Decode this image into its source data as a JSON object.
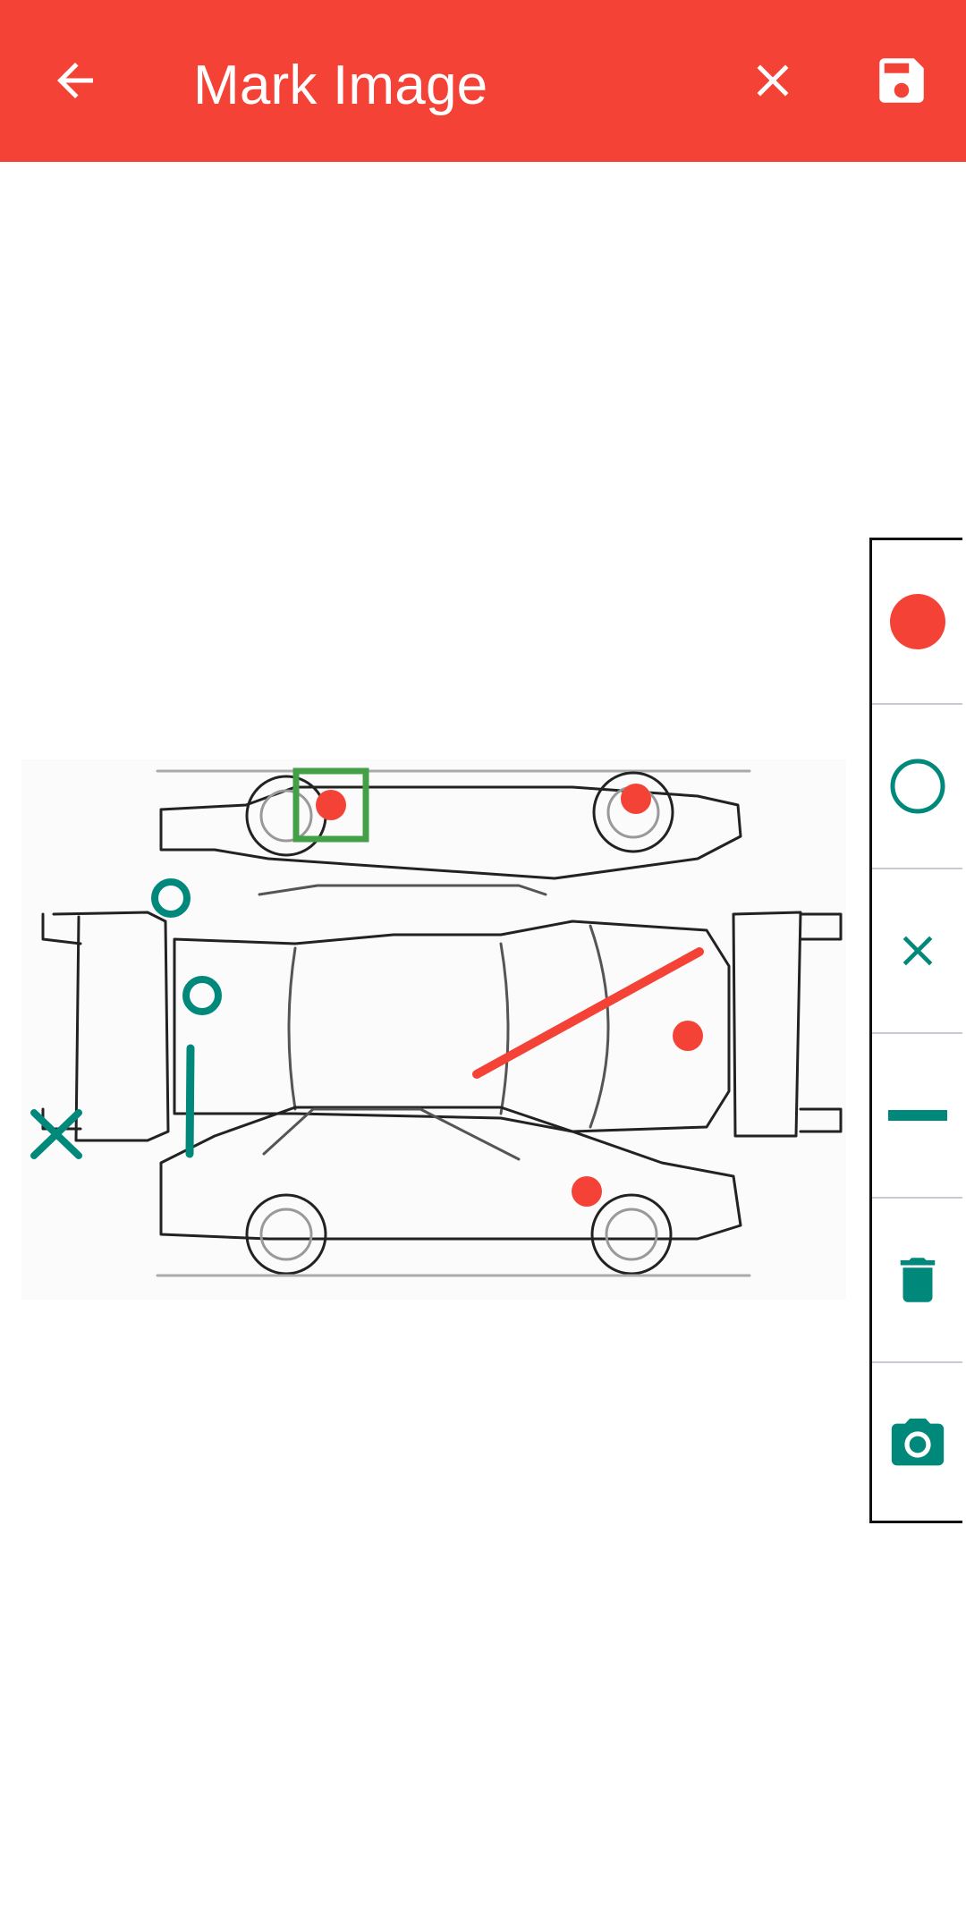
{
  "appbar": {
    "title": "Mark Image",
    "color": "#F44336",
    "back_icon": "arrow-left-icon",
    "close_icon": "close-icon",
    "save_icon": "floppy-disk-icon"
  },
  "image": {
    "subject": "car-damage-diagram",
    "icon": "car-outline-diagram"
  },
  "annotations": {
    "red_color": "#F44336",
    "teal_color": "#00897B",
    "green_color": "#43A047"
  },
  "toolbox": {
    "tools": [
      {
        "id": "dot",
        "icon": "filled-dot-icon"
      },
      {
        "id": "circle",
        "icon": "circle-outline-icon"
      },
      {
        "id": "cross",
        "icon": "cross-mark-icon"
      },
      {
        "id": "line",
        "icon": "line-icon"
      },
      {
        "id": "delete",
        "icon": "trash-icon"
      },
      {
        "id": "camera",
        "icon": "camera-icon"
      }
    ]
  }
}
